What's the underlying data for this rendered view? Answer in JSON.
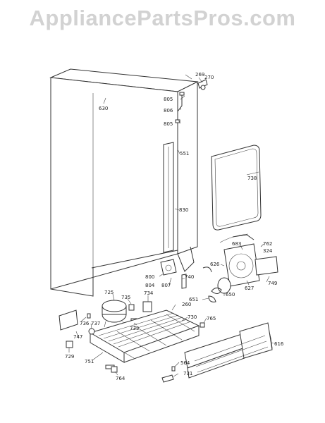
{
  "header": {
    "watermark": "AppliancePartsPros.com"
  },
  "parts": [
    {
      "ref": "269"
    },
    {
      "ref": "270"
    },
    {
      "ref": "630"
    },
    {
      "ref": "805"
    },
    {
      "ref": "806"
    },
    {
      "ref": "805"
    },
    {
      "ref": "551"
    },
    {
      "ref": "738"
    },
    {
      "ref": "830"
    },
    {
      "ref": "683"
    },
    {
      "ref": "762"
    },
    {
      "ref": "324"
    },
    {
      "ref": "626"
    },
    {
      "ref": "800"
    },
    {
      "ref": "804"
    },
    {
      "ref": "807"
    },
    {
      "ref": "740"
    },
    {
      "ref": "627"
    },
    {
      "ref": "749"
    },
    {
      "ref": "725"
    },
    {
      "ref": "735"
    },
    {
      "ref": "734"
    },
    {
      "ref": "650"
    },
    {
      "ref": "651"
    },
    {
      "ref": "260"
    },
    {
      "ref": "733"
    },
    {
      "ref": "730"
    },
    {
      "ref": "765"
    },
    {
      "ref": "736"
    },
    {
      "ref": "737"
    },
    {
      "ref": "747"
    },
    {
      "ref": "729"
    },
    {
      "ref": "751"
    },
    {
      "ref": "616"
    },
    {
      "ref": "564"
    },
    {
      "ref": "731"
    },
    {
      "ref": "764"
    }
  ]
}
